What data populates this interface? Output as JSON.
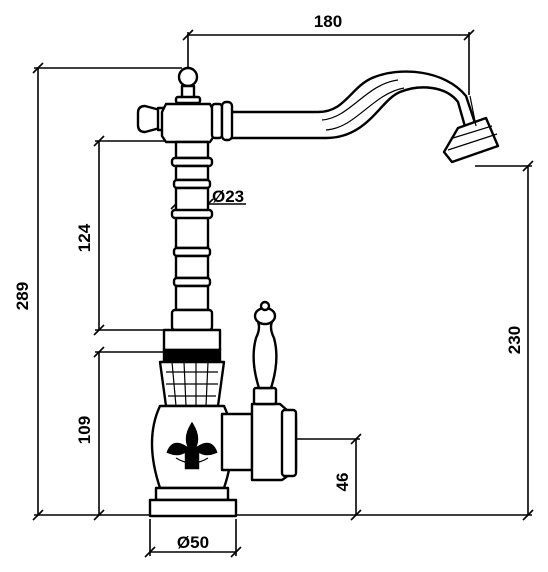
{
  "dimensions": {
    "spout_reach": "180",
    "overall_height": "289",
    "column_height": "124",
    "spout_height": "230",
    "base_height": "109",
    "lever_height": "46",
    "column_diameter": "Ø23",
    "base_diameter": "Ø50"
  },
  "colors": {
    "line": "#000000",
    "background": "#ffffff"
  }
}
